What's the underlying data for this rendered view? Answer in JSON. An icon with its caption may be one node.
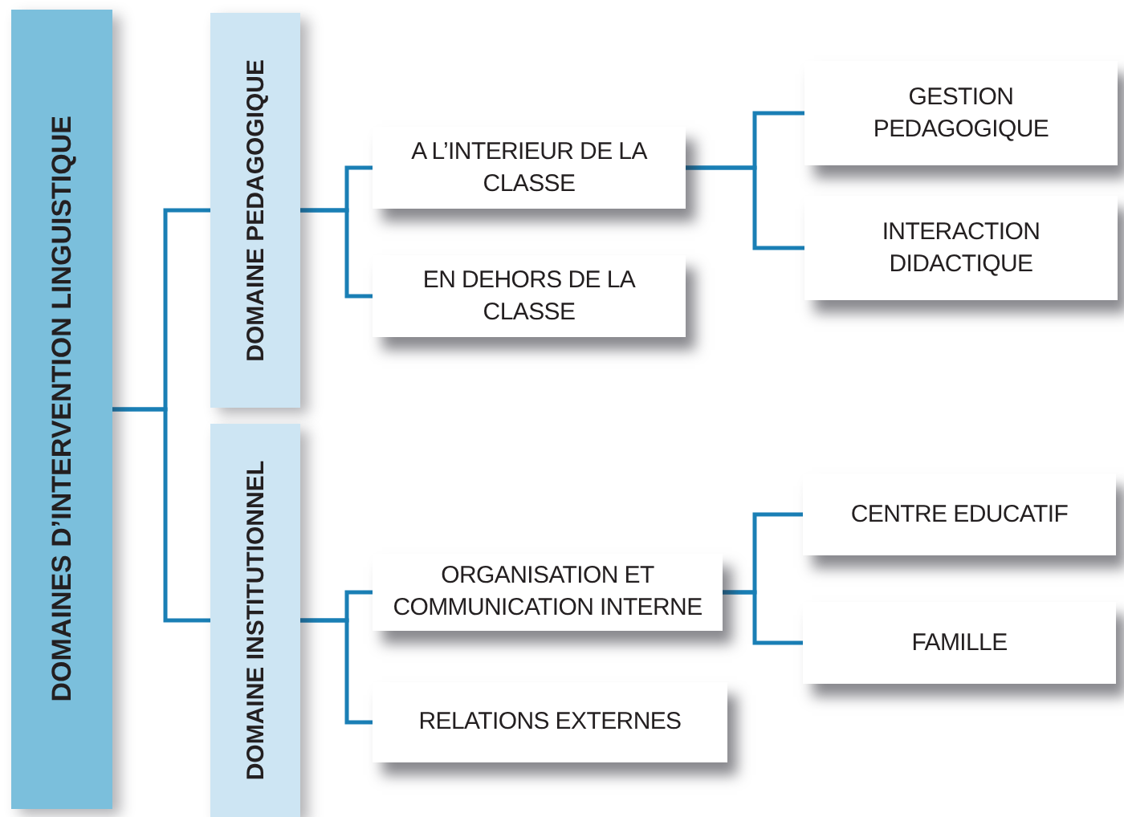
{
  "diagram": {
    "nodes": [
      {
        "text": [
          "DOMAINES D’INTERVENTION LINGUISTIQUE"
        ]
      },
      {
        "text": [
          "DOMAINE PEDAGOGIQUE"
        ]
      },
      {
        "text": [
          "DOMAINE INSTITUTIONNEL"
        ]
      },
      {
        "text": [
          "A L’INTERIEUR DE LA CLASSE"
        ]
      },
      {
        "text": [
          "EN DEHORS DE LA CLASSE"
        ]
      },
      {
        "text": [
          "GESTION PEDAGOGIQUE"
        ]
      },
      {
        "text": [
          "INTERACTION DIDACTIQUE"
        ]
      },
      {
        "text": [
          "ORGANISATION ET COMMUNICATION INTERNE"
        ]
      },
      {
        "text": [
          "RELATIONS EXTERNES"
        ]
      },
      {
        "text": [
          "CENTRE EDUCATIF"
        ]
      },
      {
        "text": [
          "FAMILLE"
        ]
      }
    ],
    "edges": [
      {
        "from": 0,
        "to": 1,
        "arrow": "none"
      },
      {
        "from": 0,
        "to": 2,
        "arrow": "none"
      },
      {
        "from": 1,
        "to": 3,
        "arrow": "none"
      },
      {
        "from": 1,
        "to": 4,
        "arrow": "none"
      },
      {
        "from": 3,
        "to": 5,
        "arrow": "none"
      },
      {
        "from": 3,
        "to": 6,
        "arrow": "none"
      },
      {
        "from": 2,
        "to": 7,
        "arrow": "none"
      },
      {
        "from": 2,
        "to": 8,
        "arrow": "none"
      },
      {
        "from": 7,
        "to": 9,
        "arrow": "none"
      },
      {
        "from": 7,
        "to": 10,
        "arrow": "none"
      }
    ]
  }
}
